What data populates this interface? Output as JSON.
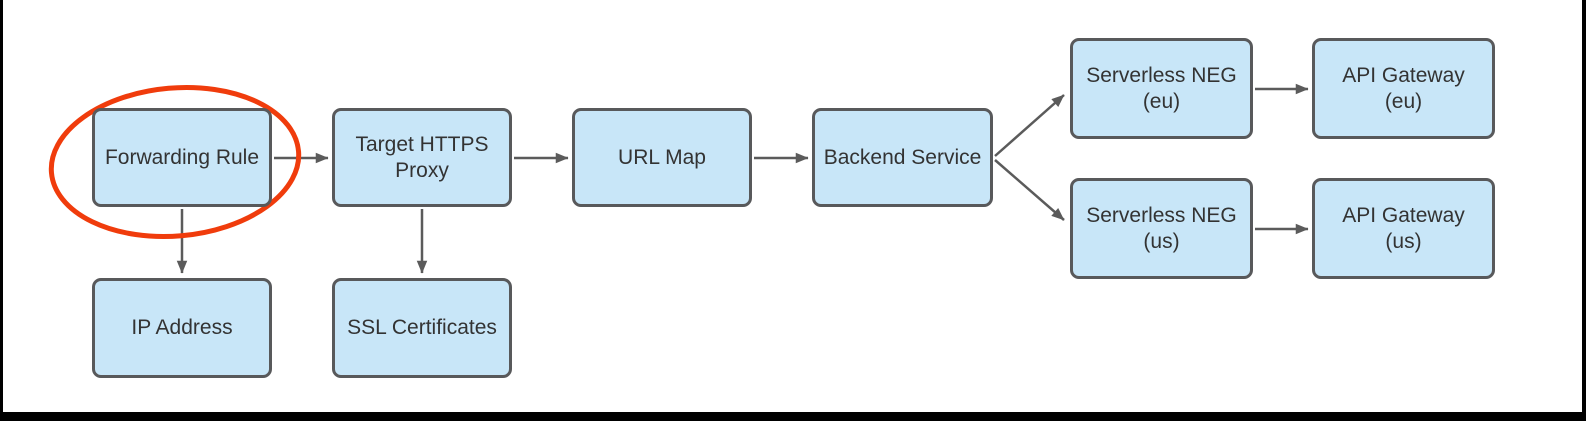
{
  "diagram": {
    "colors": {
      "background": "#ffffff",
      "node_fill": "#c8e6f8",
      "node_border": "#58595b",
      "arrow": "#5b5b5b",
      "text": "#333333",
      "highlight": "#f03c0c",
      "frame": "#000000"
    },
    "nodes": {
      "forwarding_rule": {
        "label": "Forwarding Rule"
      },
      "target_https_proxy": {
        "label": "Target HTTPS\nProxy"
      },
      "url_map": {
        "label": "URL Map"
      },
      "backend_service": {
        "label": "Backend Service"
      },
      "serverless_neg_eu": {
        "label": "Serverless NEG\n(eu)"
      },
      "api_gateway_eu": {
        "label": "API Gateway\n(eu)"
      },
      "serverless_neg_us": {
        "label": "Serverless NEG\n(us)"
      },
      "api_gateway_us": {
        "label": "API Gateway\n(us)"
      },
      "ip_address": {
        "label": "IP Address"
      },
      "ssl_certificates": {
        "label": "SSL Certificates"
      }
    },
    "edges": [
      {
        "from": "forwarding_rule",
        "to": "target_https_proxy"
      },
      {
        "from": "target_https_proxy",
        "to": "url_map"
      },
      {
        "from": "url_map",
        "to": "backend_service"
      },
      {
        "from": "backend_service",
        "to": "serverless_neg_eu"
      },
      {
        "from": "backend_service",
        "to": "serverless_neg_us"
      },
      {
        "from": "serverless_neg_eu",
        "to": "api_gateway_eu"
      },
      {
        "from": "serverless_neg_us",
        "to": "api_gateway_us"
      },
      {
        "from": "forwarding_rule",
        "to": "ip_address"
      },
      {
        "from": "target_https_proxy",
        "to": "ssl_certificates"
      }
    ],
    "annotations": {
      "highlight_ellipse": {
        "around": "forwarding_rule",
        "shape": "ellipse",
        "color": "#f03c0c"
      }
    }
  }
}
